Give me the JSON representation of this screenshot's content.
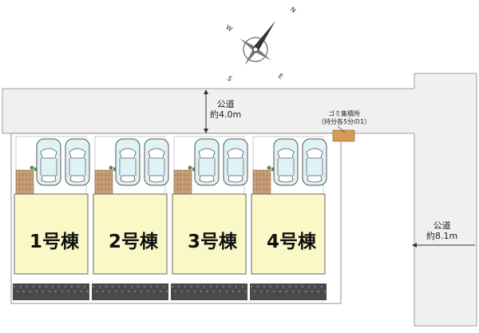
{
  "compass": {
    "north": "N",
    "west": "W",
    "south": "S",
    "east": "E"
  },
  "roads": {
    "top": {
      "name": "公道",
      "width": "約4.0m"
    },
    "right": {
      "name": "公道",
      "width": "約8.1m"
    }
  },
  "garbage": {
    "name": "ゴミ集積所",
    "note": "（持分各5分の1）"
  },
  "buildings": [
    {
      "label": "1号棟"
    },
    {
      "label": "2号棟"
    },
    {
      "label": "3号棟"
    },
    {
      "label": "4号棟"
    }
  ],
  "colors": {
    "road": "#f0f0f0",
    "building": "#fbf8c8",
    "parking": "#ffffff",
    "car": "#dff2f6",
    "tile": "#c9a07a",
    "hedge": "#4a4a4a",
    "garbage": "#d59b55"
  }
}
